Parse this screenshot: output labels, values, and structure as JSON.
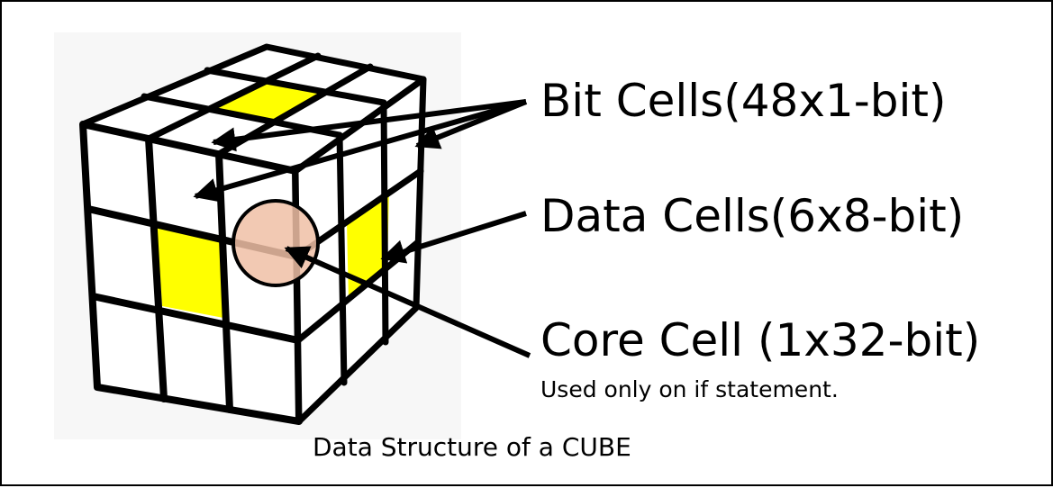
{
  "labels": {
    "bit_cells": "Bit Cells(48x1-bit)",
    "data_cells": "Data Cells(6x8-bit)",
    "core_cell": "Core Cell (1x32-bit)",
    "core_cell_note": "Used only on if statement.",
    "caption": "Data Structure of a CUBE"
  },
  "colors": {
    "cell": "#ffffff",
    "data_cell": "#ffff00",
    "grid": "#000000",
    "core_cell": "#f0bfa6",
    "panel_background": "#f7f7f7"
  }
}
